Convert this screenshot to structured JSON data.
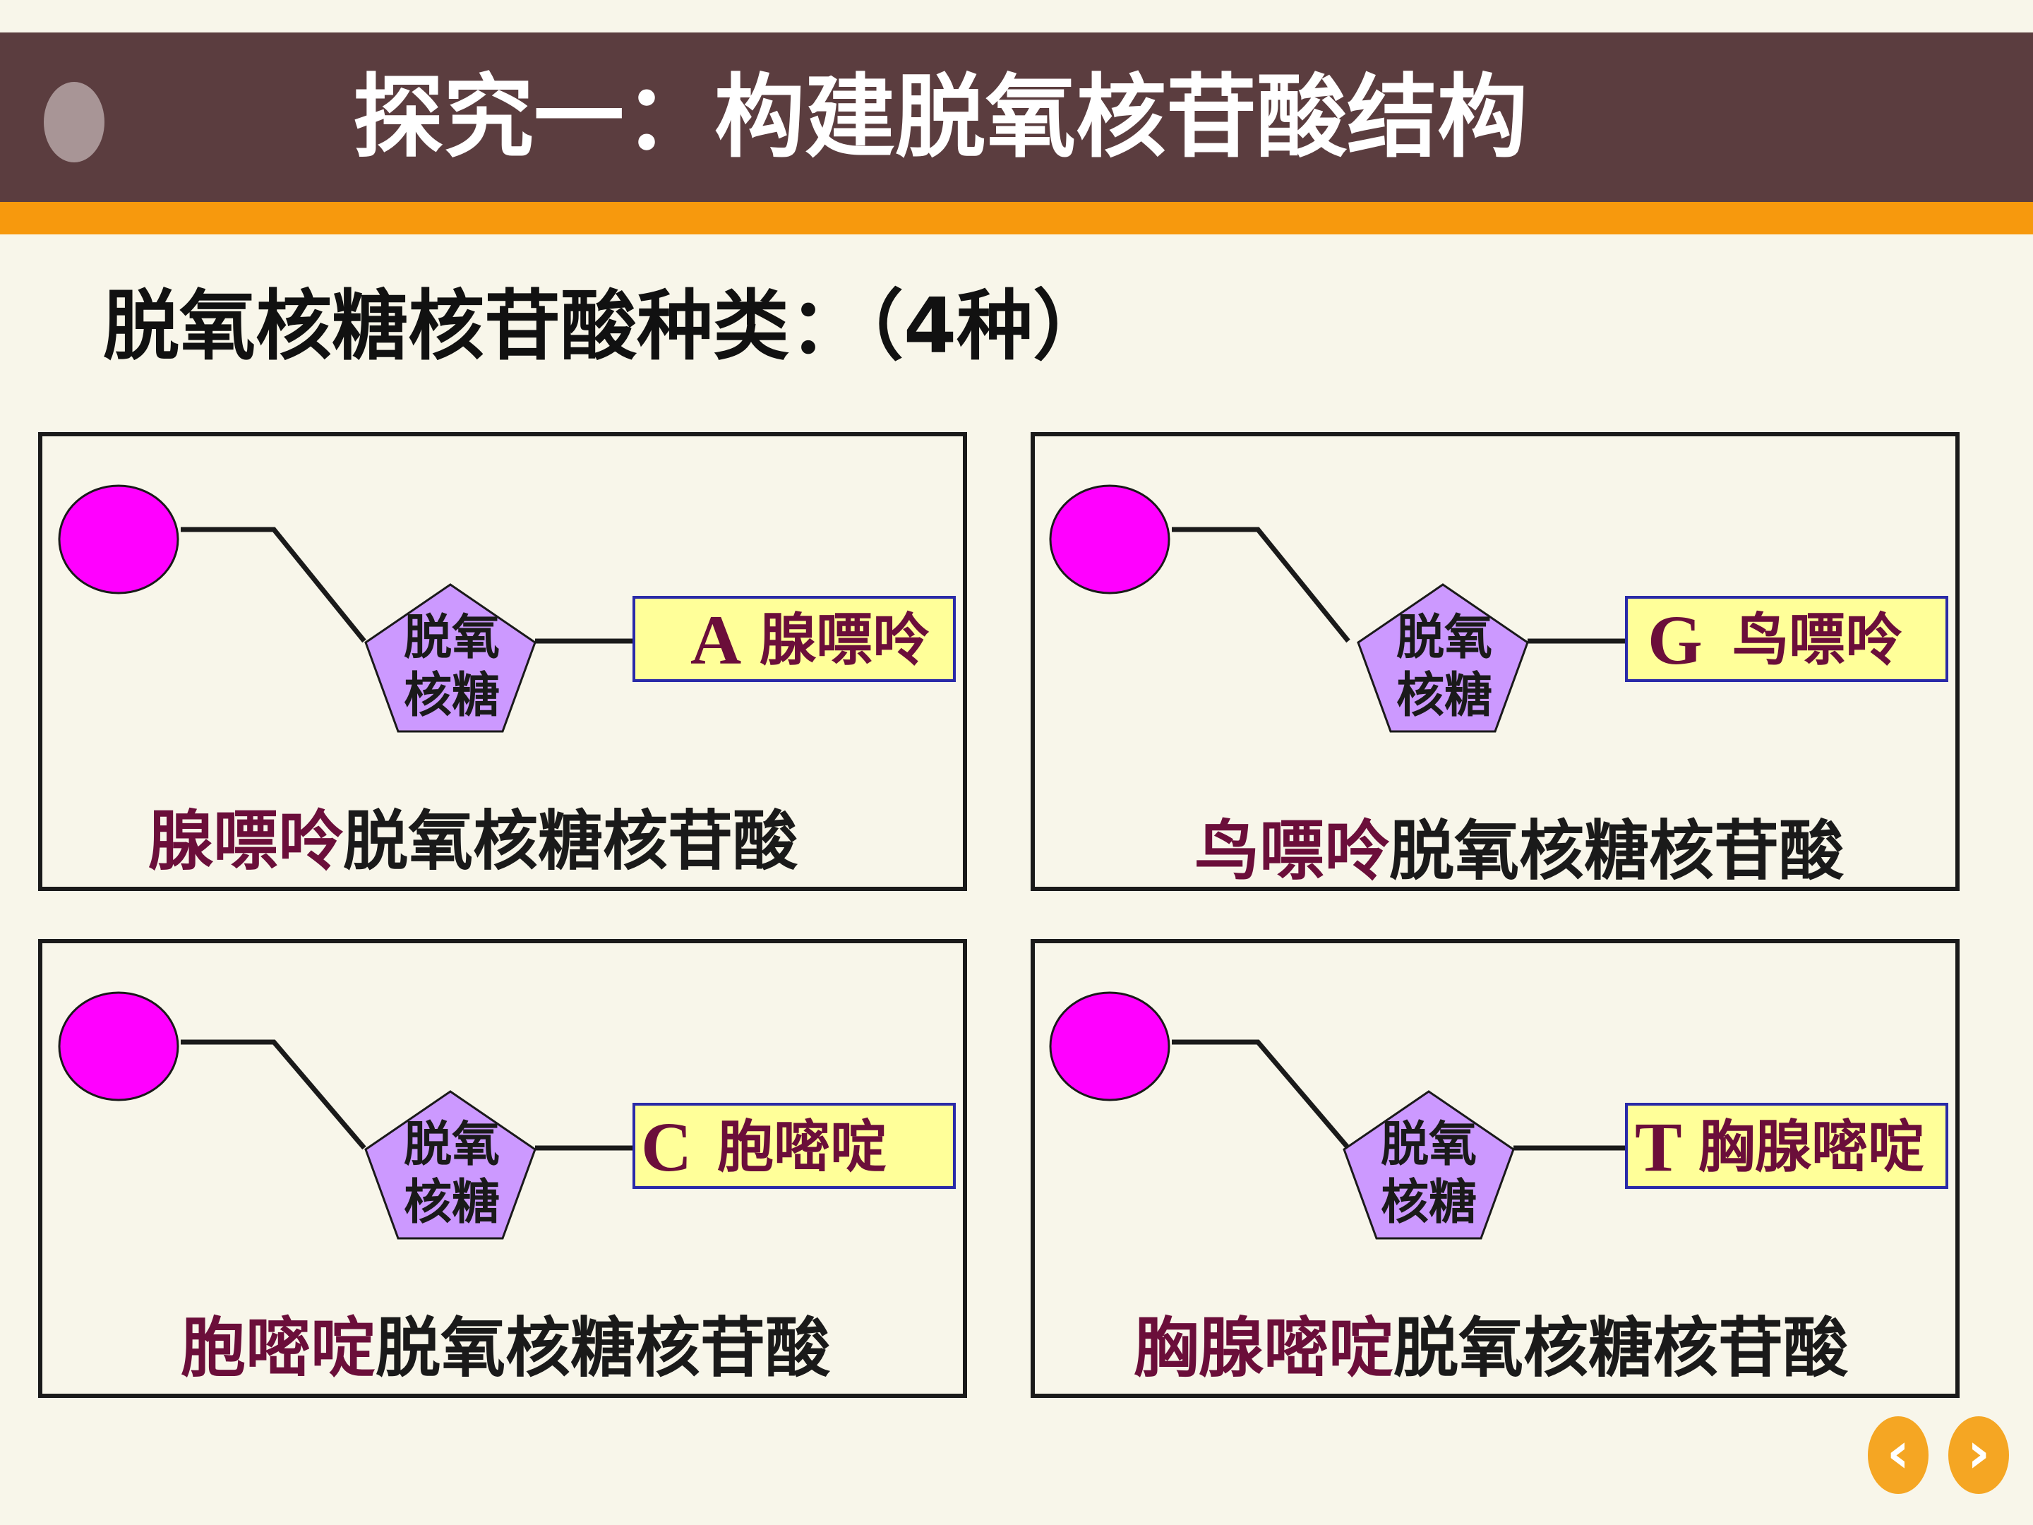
{
  "header": {
    "title": "探究一：构建脱氧核苷酸结构"
  },
  "subtitle": "脱氧核糖核苷酸种类：（4种）",
  "colors": {
    "phosphate": "#ff00ff",
    "sugar": "#cc99ff",
    "base_box": "#ffff99",
    "base_text": "#6b0e3a",
    "header_bar": "#5b3d3f",
    "header_stripe": "#f7990d",
    "nav": "#f5a623"
  },
  "sugar_label": [
    "脱氧",
    "核糖"
  ],
  "panels": [
    {
      "base_letter": "A",
      "base_name": "腺嘌呤",
      "caption_base": "腺嘌呤",
      "caption_rest": "脱氧核糖核苷酸"
    },
    {
      "base_letter": "G",
      "base_name": "鸟嘌呤",
      "caption_base": "鸟嘌呤",
      "caption_rest": "脱氧核糖核苷酸"
    },
    {
      "base_letter": "C",
      "base_name": "胞嘧啶",
      "caption_base": "胞嘧啶",
      "caption_rest": "脱氧核糖核苷酸"
    },
    {
      "base_letter": "T",
      "base_name": "胸腺嘧啶",
      "caption_base": "胸腺嘧啶",
      "caption_rest": "脱氧核糖核苷酸"
    }
  ],
  "nav": {
    "prev_icon": "chevron-left-icon",
    "prev_symbol": "‹",
    "next_icon": "chevron-right-icon",
    "next_symbol": "›"
  }
}
